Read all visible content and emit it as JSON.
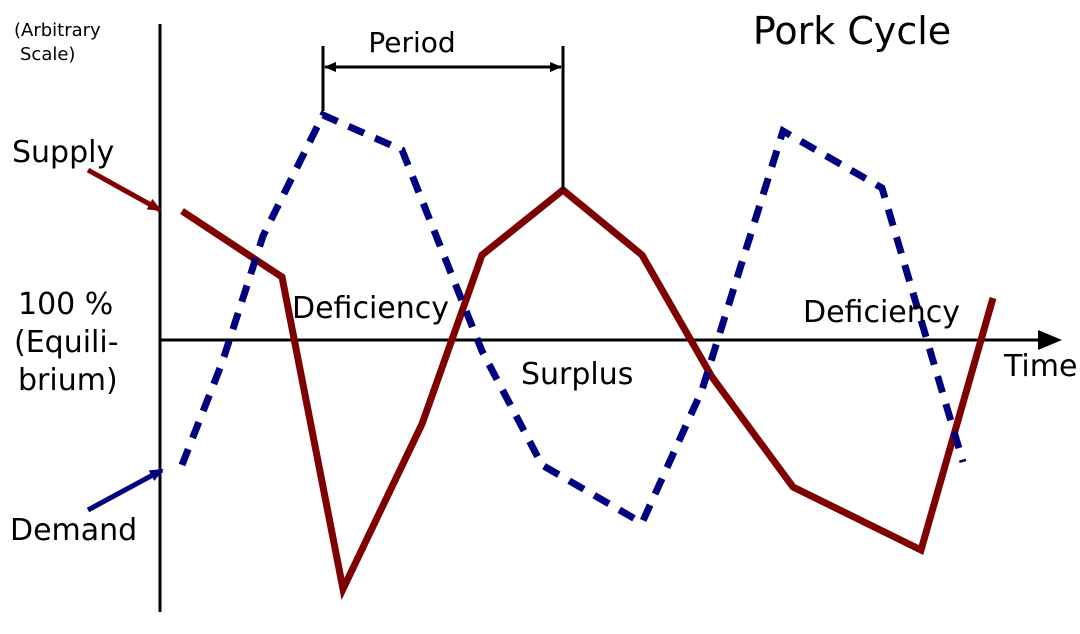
{
  "chart_data": {
    "type": "line",
    "title": "Pork Cycle",
    "scale_note_line1": "(Arbitrary",
    "scale_note_line2": "Scale)",
    "xlabel": "Time",
    "equilibrium_line1": "100 %",
    "equilibrium_line2": "(Equili-",
    "equilibrium_line3": "brium)",
    "period_label": "Period",
    "region_labels": {
      "deficiency_1": "Deficiency",
      "surplus": "Surplus",
      "deficiency_2": "Deficiency"
    },
    "series": [
      {
        "name": "Supply",
        "color": "#7f0000",
        "style": "solid",
        "points": [
          [
            0.22,
            1.29
          ],
          [
            1.22,
            0.63
          ],
          [
            1.83,
            -2.49
          ],
          [
            2.62,
            -0.84
          ],
          [
            3.22,
            0.85
          ],
          [
            4.03,
            1.5
          ],
          [
            4.82,
            0.85
          ],
          [
            5.52,
            -0.37
          ],
          [
            6.33,
            -1.47
          ],
          [
            7.61,
            -2.1
          ],
          [
            8.33,
            0.42
          ]
        ]
      },
      {
        "name": "Demand",
        "color": "#00007f",
        "style": "dashed",
        "points": [
          [
            0.22,
            -1.25
          ],
          [
            0.62,
            -0.23
          ],
          [
            1.03,
            1.04
          ],
          [
            1.63,
            2.25
          ],
          [
            2.42,
            1.9
          ],
          [
            3.22,
            -0.11
          ],
          [
            3.82,
            -1.25
          ],
          [
            4.82,
            -1.83
          ],
          [
            5.42,
            -0.5
          ],
          [
            6.23,
            2.09
          ],
          [
            7.22,
            1.52
          ],
          [
            8.03,
            -1.22
          ]
        ]
      }
    ],
    "period": {
      "start_x": 1.63,
      "end_x": 4.03
    },
    "xlim": [
      0,
      9
    ],
    "ylim": [
      -2.75,
      3.0
    ]
  }
}
